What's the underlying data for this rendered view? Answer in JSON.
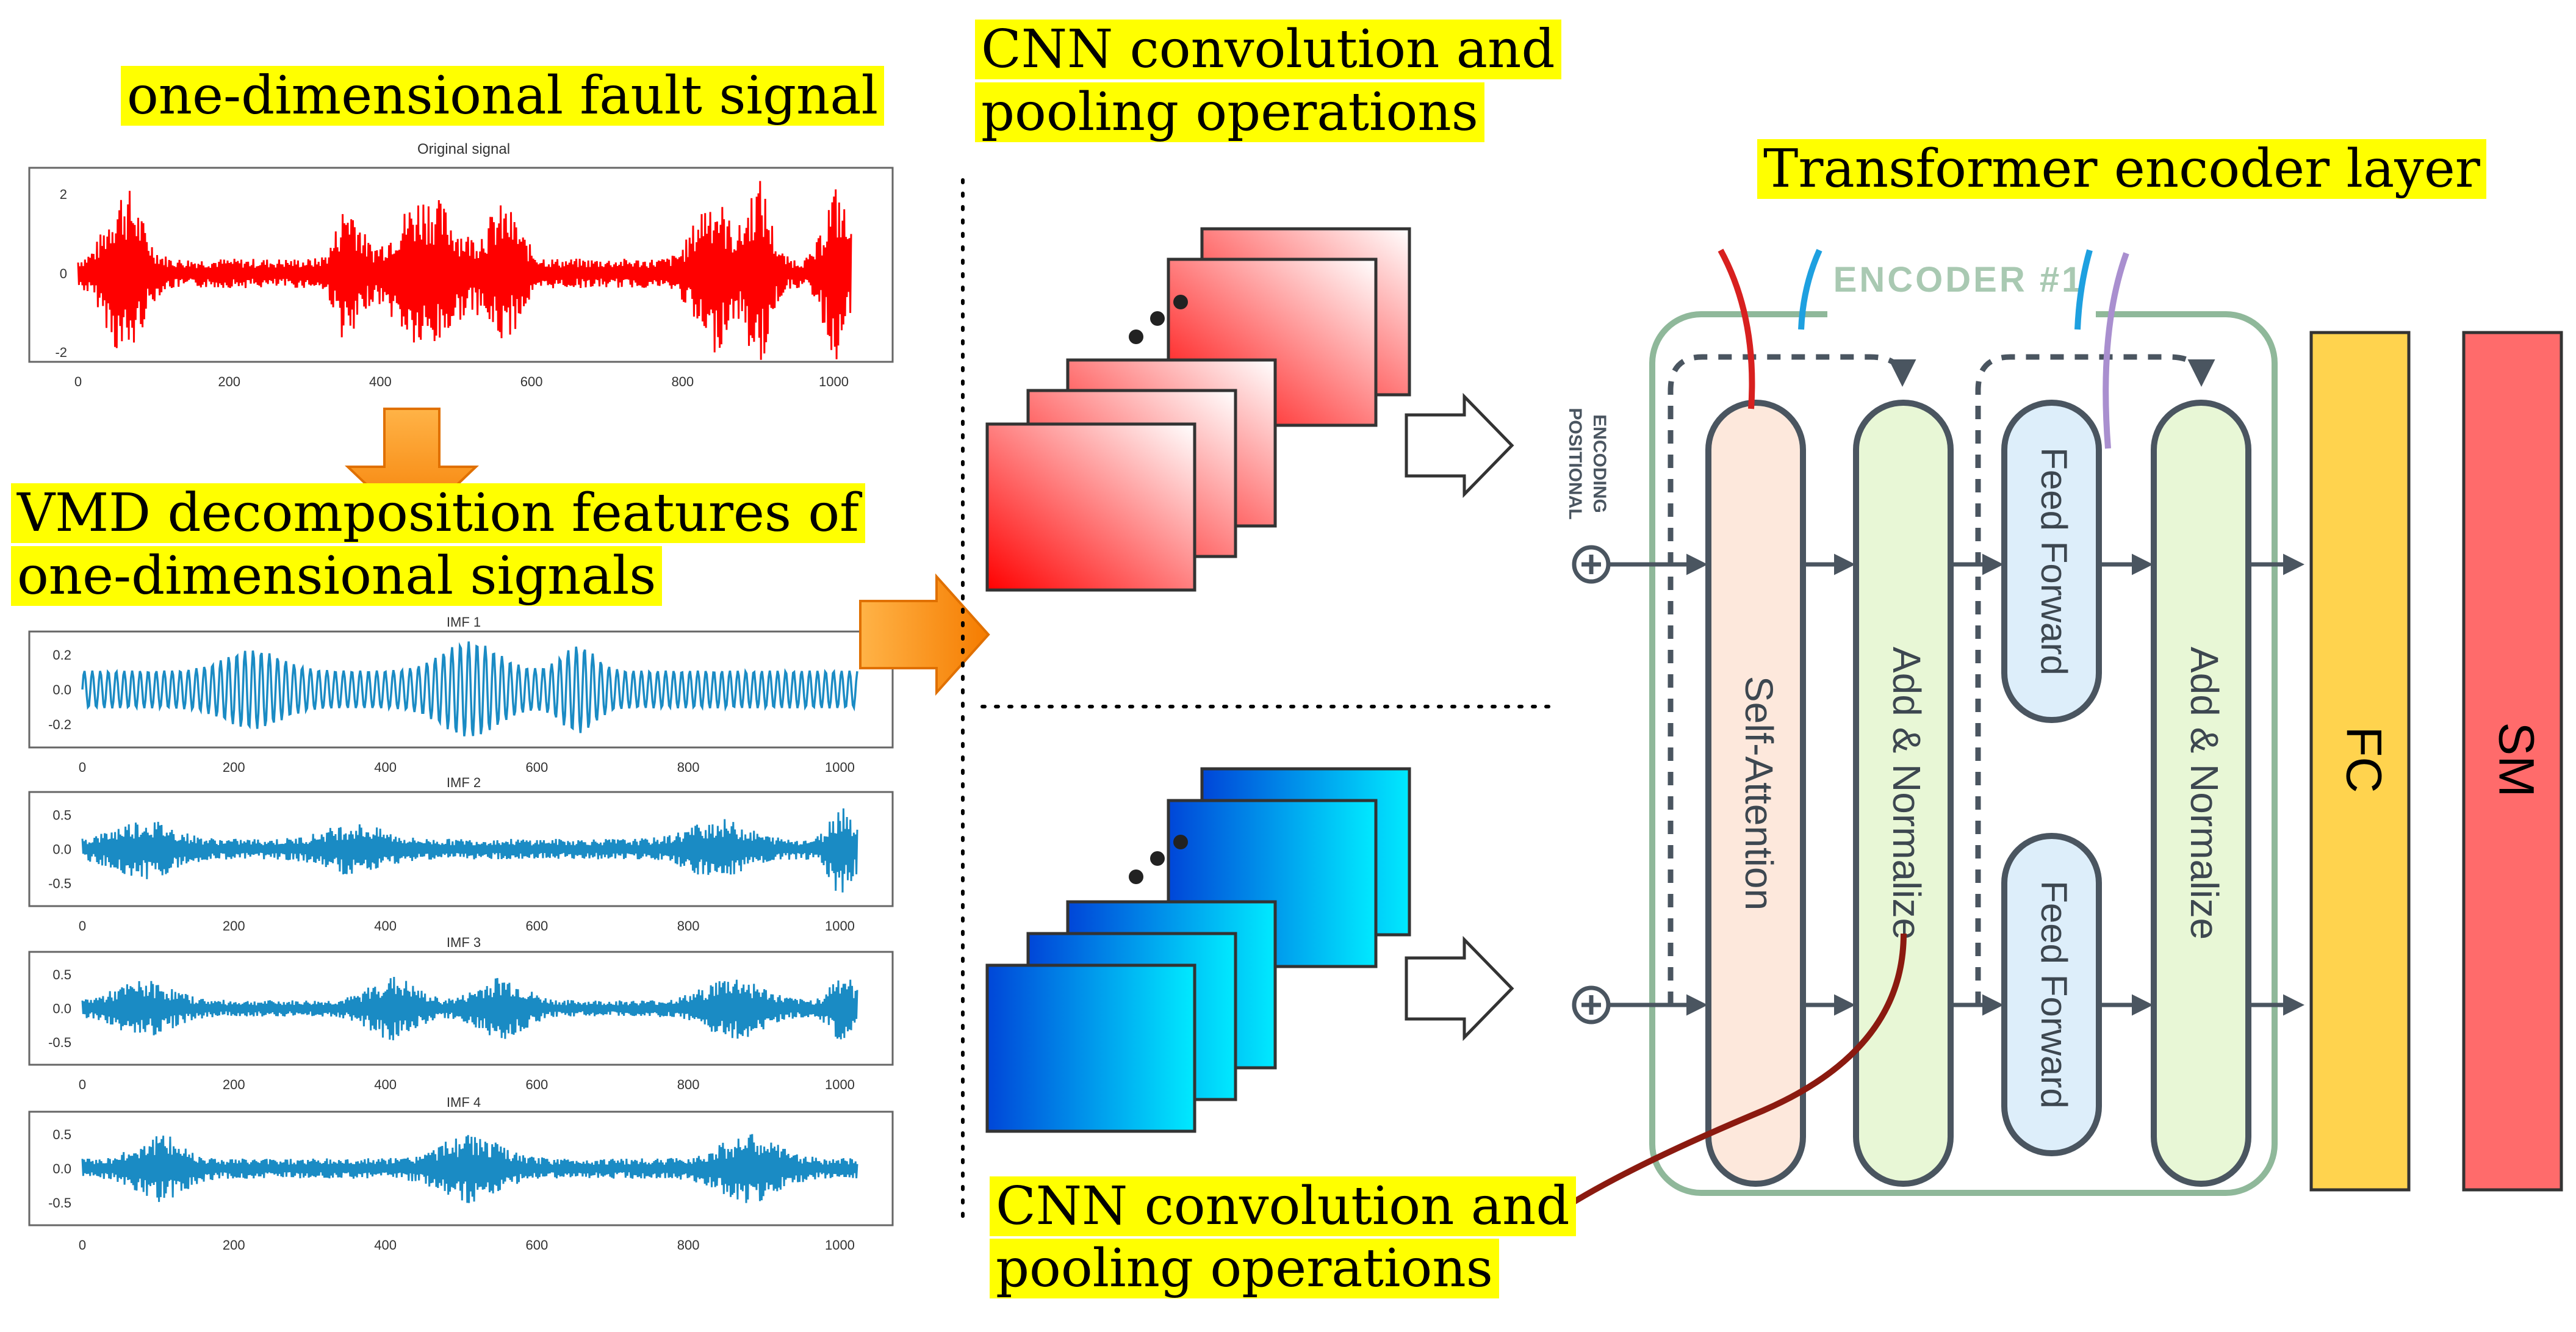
{
  "captions": {
    "fault": "one-dimensional fault signal",
    "vmd_line1": "VMD decomposition features of",
    "vmd_line2": "one-dimensional signals",
    "cnn_top_line1": "CNN convolution and",
    "cnn_top_line2": "pooling operations",
    "transformer": "Transformer encoder layer",
    "cnn_bottom_line1": "CNN convolution and",
    "cnn_bottom_line2": "pooling operations"
  },
  "original_plot": {
    "title": "Original signal",
    "yticks": [
      "2",
      "0",
      "-2"
    ],
    "xticks": [
      "0",
      "200",
      "400",
      "600",
      "800",
      "1000"
    ],
    "color": "#ff0000"
  },
  "imf_plots": [
    {
      "title": "IMF 1",
      "yticks": [
        "0.2",
        "0.0",
        "-0.2"
      ],
      "xticks": [
        "0",
        "200",
        "400",
        "600",
        "800",
        "1000"
      ]
    },
    {
      "title": "IMF 2",
      "yticks": [
        "0.5",
        "0.0",
        "-0.5"
      ],
      "xticks": [
        "0",
        "200",
        "400",
        "600",
        "800",
        "1000"
      ]
    },
    {
      "title": "IMF 3",
      "yticks": [
        "0.5",
        "0.0",
        "-0.5"
      ],
      "xticks": [
        "0",
        "200",
        "400",
        "600",
        "800",
        "1000"
      ]
    },
    {
      "title": "IMF 4",
      "yticks": [
        "0.5",
        "0.0",
        "-0.5"
      ],
      "xticks": [
        "0",
        "200",
        "400",
        "600",
        "800",
        "1000"
      ]
    }
  ],
  "imf_color": "#1a8bc4",
  "encoder": {
    "label": "ENCODER #1",
    "positional_line1": "POSITIONAL",
    "positional_line2": "ENCODING",
    "self_attention": "Self-Attention",
    "add_normalize_1": "Add & Normalize",
    "feed_forward_top": "Feed Forward",
    "feed_forward_bottom": "Feed Forward",
    "add_normalize_2": "Add & Normalize"
  },
  "heads": {
    "fc": "FC",
    "sm": "SM"
  },
  "colors": {
    "highlight": "#ffff00",
    "red_block": "#ff0000",
    "blue_block_dark": "#0040d8",
    "blue_block_light": "#00e8ff",
    "orange_arrow": "#f7931e",
    "encoder_border": "#8fb89a",
    "self_attention_fill": "#fde8dc",
    "add_normalize_fill": "#e8f7d6",
    "feed_forward_fill": "#ddeefa",
    "fc_fill": "#ffd34e",
    "sm_fill": "#ff6b6b"
  }
}
